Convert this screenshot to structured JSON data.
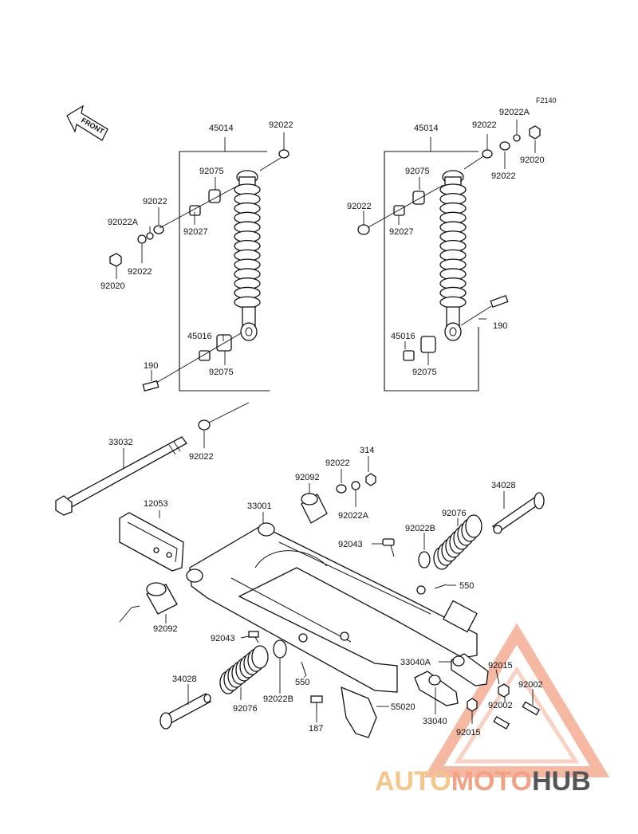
{
  "figure_code": "F2140",
  "front_label": "FRONT",
  "labels": [
    {
      "id": "l1",
      "text": "45014"
    },
    {
      "id": "l2",
      "text": "92022"
    },
    {
      "id": "l3",
      "text": "92075"
    },
    {
      "id": "l4",
      "text": "92022"
    },
    {
      "id": "l5",
      "text": "92022A"
    },
    {
      "id": "l6",
      "text": "92027"
    },
    {
      "id": "l7",
      "text": "92022"
    },
    {
      "id": "l8",
      "text": "92020"
    },
    {
      "id": "l9",
      "text": "45016"
    },
    {
      "id": "l10",
      "text": "92075"
    },
    {
      "id": "l11",
      "text": "190"
    },
    {
      "id": "l12",
      "text": "45014"
    },
    {
      "id": "l13",
      "text": "92022A"
    },
    {
      "id": "l14",
      "text": "92022"
    },
    {
      "id": "l15",
      "text": "92075"
    },
    {
      "id": "l16",
      "text": "92022"
    },
    {
      "id": "l17",
      "text": "92020"
    },
    {
      "id": "l18",
      "text": "92022"
    },
    {
      "id": "l19",
      "text": "92027"
    },
    {
      "id": "l20",
      "text": "190"
    },
    {
      "id": "l21",
      "text": "45016"
    },
    {
      "id": "l22",
      "text": "92075"
    },
    {
      "id": "l23",
      "text": "33032"
    },
    {
      "id": "l24",
      "text": "92022"
    },
    {
      "id": "l25",
      "text": "314"
    },
    {
      "id": "l26",
      "text": "92022"
    },
    {
      "id": "l27",
      "text": "92092"
    },
    {
      "id": "l28",
      "text": "92022A"
    },
    {
      "id": "l29",
      "text": "34028"
    },
    {
      "id": "l30",
      "text": "12053"
    },
    {
      "id": "l31",
      "text": "33001"
    },
    {
      "id": "l32",
      "text": "92076"
    },
    {
      "id": "l33",
      "text": "92022B"
    },
    {
      "id": "l34",
      "text": "92043"
    },
    {
      "id": "l35",
      "text": "550"
    },
    {
      "id": "l36",
      "text": "92092"
    },
    {
      "id": "l37",
      "text": "92043"
    },
    {
      "id": "l38",
      "text": "33040A"
    },
    {
      "id": "l39",
      "text": "92015"
    },
    {
      "id": "l40",
      "text": "92002"
    },
    {
      "id": "l41",
      "text": "34028"
    },
    {
      "id": "l42",
      "text": "550"
    },
    {
      "id": "l43",
      "text": "92076"
    },
    {
      "id": "l44",
      "text": "92022B"
    },
    {
      "id": "l45",
      "text": "55020"
    },
    {
      "id": "l46",
      "text": "92002"
    },
    {
      "id": "l47",
      "text": "187"
    },
    {
      "id": "l48",
      "text": "33040"
    },
    {
      "id": "l49",
      "text": "92015"
    }
  ],
  "watermark": {
    "part1": "AUTO",
    "part2": "MOTO",
    "part3": "HUB",
    "color_light": "#f5c58a",
    "color_mid": "#f2a184",
    "color_red": "#e8463b",
    "color_dark": "#555555"
  }
}
